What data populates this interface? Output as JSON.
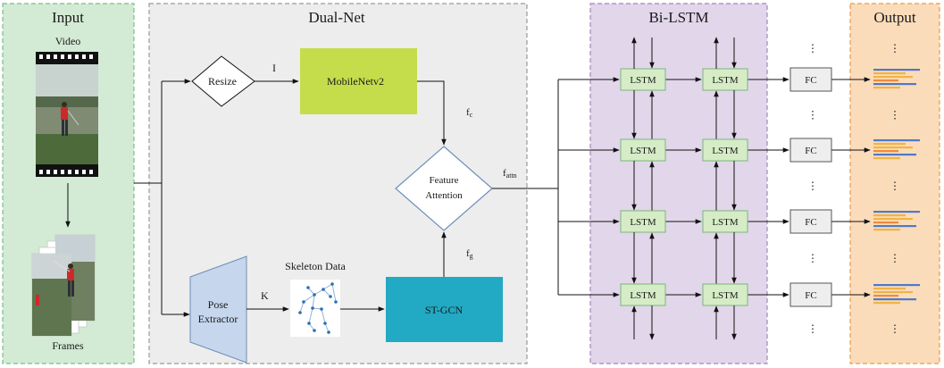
{
  "panels": {
    "input": "Input",
    "dualnet": "Dual-Net",
    "bilstm": "Bi-LSTM",
    "output": "Output"
  },
  "input": {
    "video_label": "Video",
    "frames_label": "Frames"
  },
  "dualnet": {
    "resize": "Resize",
    "mobilenet": "MobileNetv2",
    "feature_attention_line1": "Feature",
    "feature_attention_line2": "Attention",
    "pose_extractor_line1": "Pose",
    "pose_extractor_line2": "Extractor",
    "skeleton_data": "Skeleton Data",
    "stgcn": "ST-GCN",
    "label_I": "I",
    "label_K": "K",
    "label_fc_base": "f",
    "label_fc_sub": "c",
    "label_fg_base": "f",
    "label_fg_sub": "g",
    "label_fattn_base": "f",
    "label_fattn_sub": "attn"
  },
  "bilstm": {
    "cell_label": "LSTM",
    "fc_label": "FC",
    "ellipsis": "⋮"
  },
  "colors": {
    "input_panel": "#d3ead5",
    "input_border": "#7bbf83",
    "dualnet_panel": "#ededed",
    "bilstm_panel": "#e2d6ea",
    "bilstm_border": "#a487b6",
    "output_panel": "#fadcbb",
    "output_border": "#ee9a4c",
    "mobilenet": "#c5dd4b",
    "stgcn": "#22a9c4",
    "pose": "#c5d6ed",
    "lstm": "#d6ecc6",
    "lstm_border": "#7ab77a",
    "fc": "#eeeeee",
    "attention_border": "#6d8fb8"
  },
  "icons": [
    "film-strip-icon",
    "golfer-photo-icon",
    "skeleton-icon",
    "bar-output-icon"
  ]
}
